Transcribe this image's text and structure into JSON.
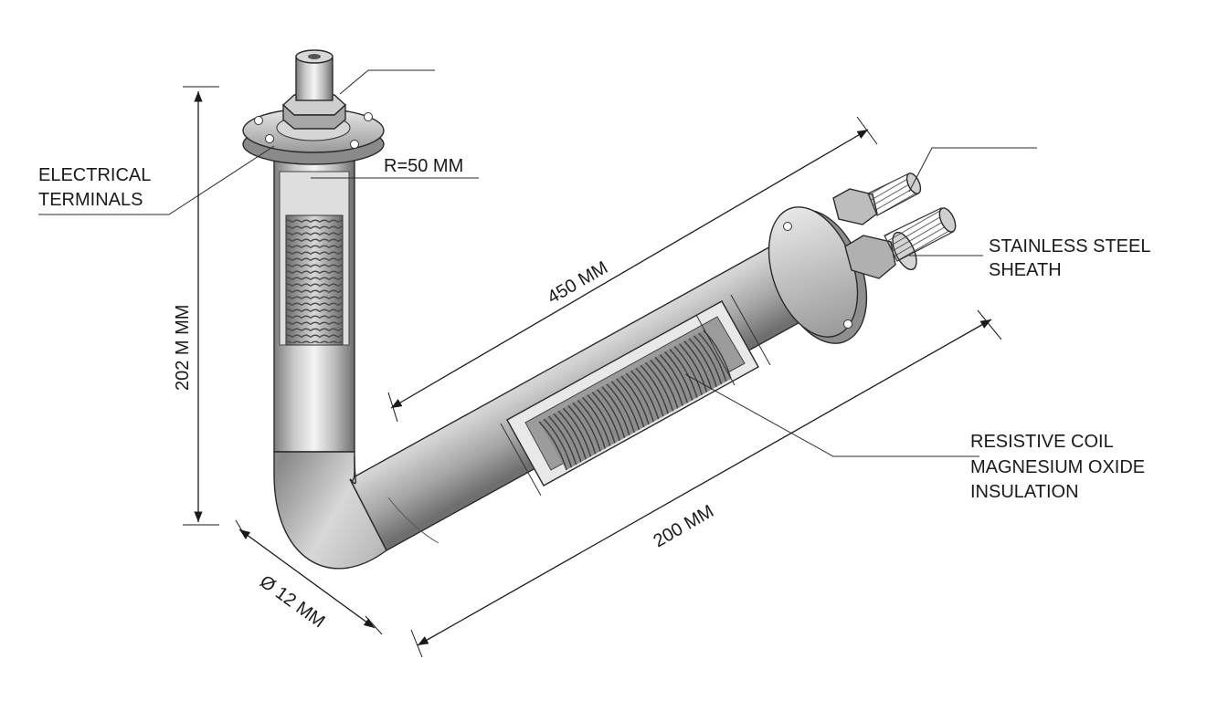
{
  "labels": {
    "electrical_terminals_line1": "ELECTRICAL",
    "electrical_terminals_line2": "TERMINALS",
    "radius": "R=50 MM",
    "stainless_line1": "STAINLESS STEEL",
    "stainless_line2": "SHEATH",
    "coil_line1": "RESISTIVE COIL",
    "coil_line2": "MAGNESIUM OXIDE",
    "coil_line3": "INSULATION"
  },
  "dimensions": {
    "vertical_length": "202 M MM",
    "upper_length": "450 MM",
    "lower_length": "200 MM",
    "diameter": "Ø 12 MM"
  },
  "colors": {
    "metal_light": "#f2f2f2",
    "metal_mid": "#bdbdbd",
    "metal_dark": "#7a7a7a",
    "line": "#1a1a1a"
  }
}
